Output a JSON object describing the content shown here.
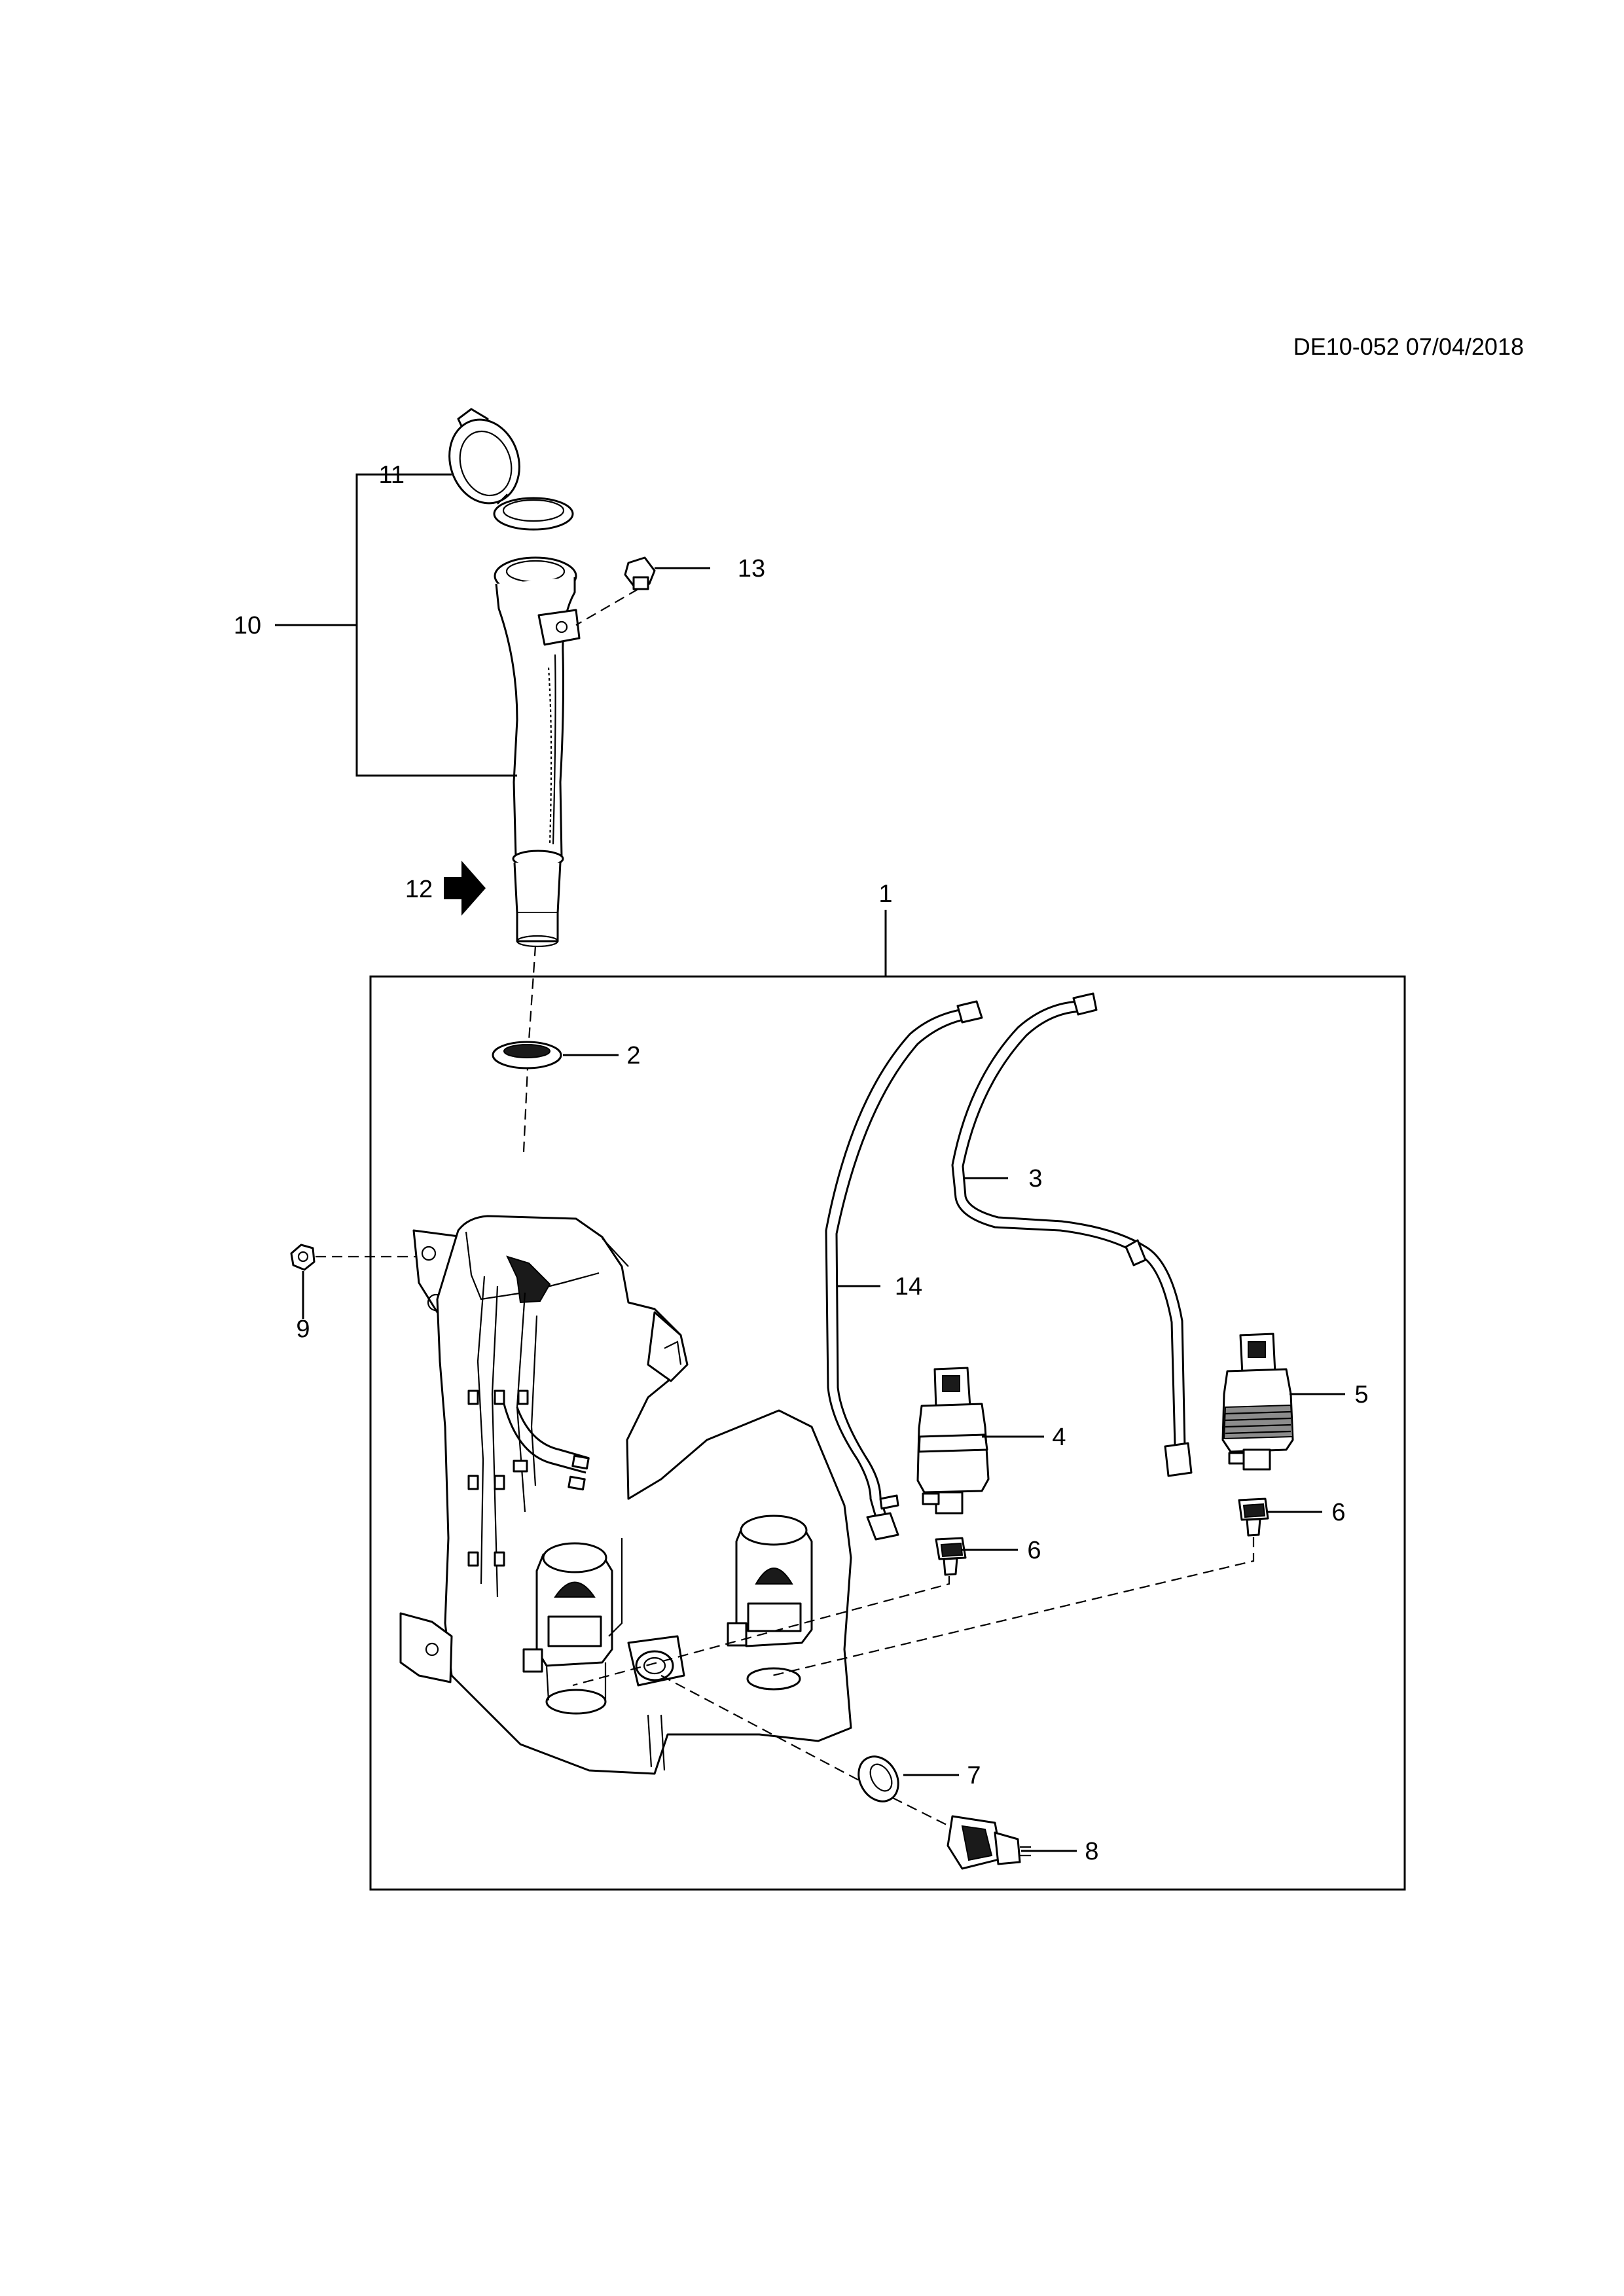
{
  "header": {
    "document_reference": "DE10-052 07/04/2018"
  },
  "callouts": {
    "c1": "1",
    "c2": "2",
    "c3": "3",
    "c4": "4",
    "c5": "5",
    "c6a": "6",
    "c6b": "6",
    "c7": "7",
    "c8": "8",
    "c9": "9",
    "c10": "10",
    "c11": "11",
    "c12": "12",
    "c13": "13",
    "c14": "14"
  },
  "icons": {
    "direction_arrow": "right-arrow-icon"
  }
}
